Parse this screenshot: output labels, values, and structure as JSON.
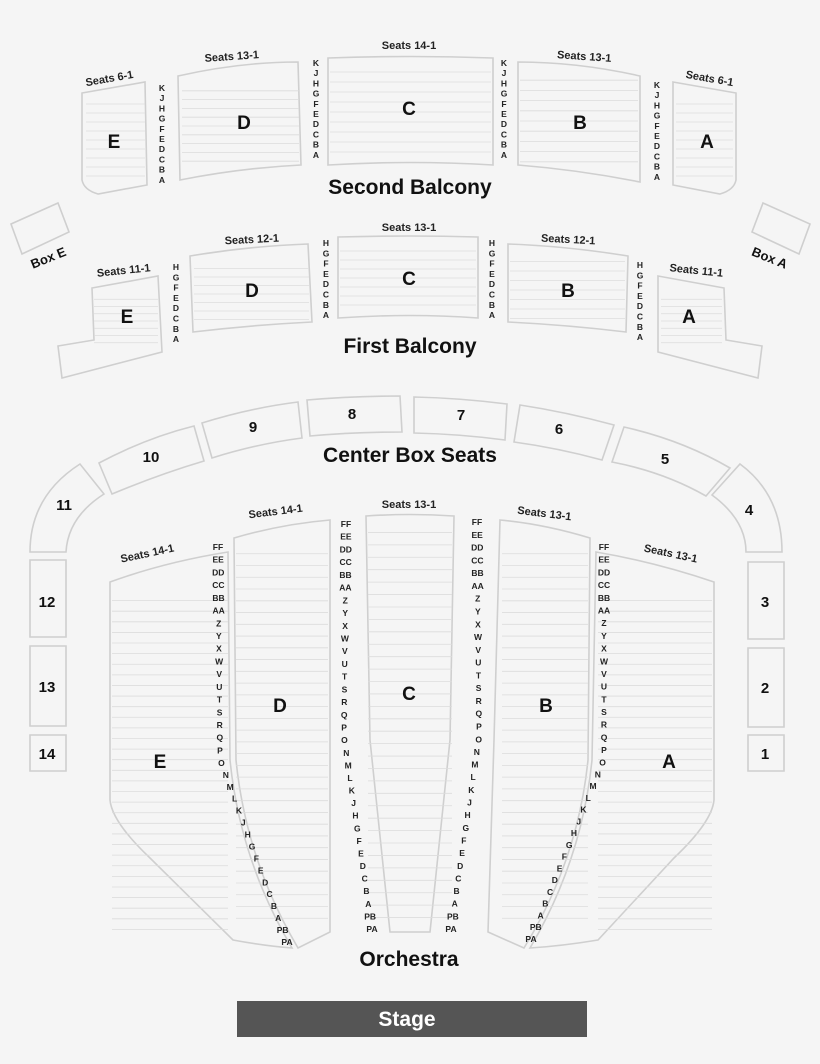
{
  "colors": {
    "background": "#f5f5f5",
    "outline": "#cfcfcf",
    "text": "#111111",
    "stage": "#555555",
    "stage_text": "#ffffff"
  },
  "levels": {
    "second_balcony": "Second Balcony",
    "first_balcony": "First Balcony",
    "center_box_seats": "Center Box Seats",
    "orchestra": "Orchestra",
    "stage": "Stage"
  },
  "side_boxes": {
    "left": "Box E",
    "right": "Box A"
  },
  "second_balcony": {
    "sections": [
      {
        "letter": "E",
        "seats": "Seats 6-1",
        "rows": []
      },
      {
        "letter": "D",
        "seats": "Seats 13-1",
        "rows": [
          "K",
          "J",
          "H",
          "G",
          "F",
          "E",
          "D",
          "C",
          "B",
          "A"
        ]
      },
      {
        "letter": "C",
        "seats": "Seats 14-1",
        "rows": [
          "K",
          "J",
          "H",
          "G",
          "F",
          "E",
          "D",
          "C",
          "B",
          "A"
        ]
      },
      {
        "letter": "B",
        "seats": "Seats 13-1",
        "rows": [
          "K",
          "J",
          "H",
          "G",
          "F",
          "E",
          "D",
          "C",
          "B",
          "A"
        ]
      },
      {
        "letter": "A",
        "seats": "Seats 6-1",
        "rows": [
          "K",
          "J",
          "H",
          "G",
          "F",
          "E",
          "D",
          "C",
          "B",
          "A"
        ]
      }
    ]
  },
  "first_balcony": {
    "sections": [
      {
        "letter": "E",
        "seats": "Seats 11-1",
        "rows": []
      },
      {
        "letter": "D",
        "seats": "Seats 12-1",
        "rows": [
          "H",
          "G",
          "F",
          "E",
          "D",
          "C",
          "B",
          "A"
        ]
      },
      {
        "letter": "C",
        "seats": "Seats 13-1",
        "rows": [
          "H",
          "G",
          "F",
          "E",
          "D",
          "C",
          "B",
          "A"
        ]
      },
      {
        "letter": "B",
        "seats": "Seats 12-1",
        "rows": [
          "H",
          "G",
          "F",
          "E",
          "D",
          "C",
          "B",
          "A"
        ]
      },
      {
        "letter": "A",
        "seats": "Seats 11-1",
        "rows": [
          "H",
          "G",
          "F",
          "E",
          "D",
          "C",
          "B",
          "A"
        ]
      }
    ]
  },
  "center_boxes": [
    "1",
    "2",
    "3",
    "4",
    "5",
    "6",
    "7",
    "8",
    "9",
    "10",
    "11",
    "12",
    "13",
    "14"
  ],
  "orchestra": {
    "sections": [
      {
        "letter": "E",
        "seats": "Seats 14-1"
      },
      {
        "letter": "D",
        "seats": "Seats 14-1"
      },
      {
        "letter": "C",
        "seats": "Seats 13-1"
      },
      {
        "letter": "B",
        "seats": "Seats 13-1"
      },
      {
        "letter": "A",
        "seats": "Seats 13-1"
      }
    ],
    "rows": [
      "FF",
      "EE",
      "DD",
      "CC",
      "BB",
      "AA",
      "Z",
      "Y",
      "X",
      "W",
      "V",
      "U",
      "T",
      "S",
      "R",
      "Q",
      "P",
      "O",
      "N",
      "M",
      "L",
      "K",
      "J",
      "H",
      "G",
      "F",
      "E",
      "D",
      "C",
      "B",
      "A",
      "PB",
      "PA"
    ]
  }
}
